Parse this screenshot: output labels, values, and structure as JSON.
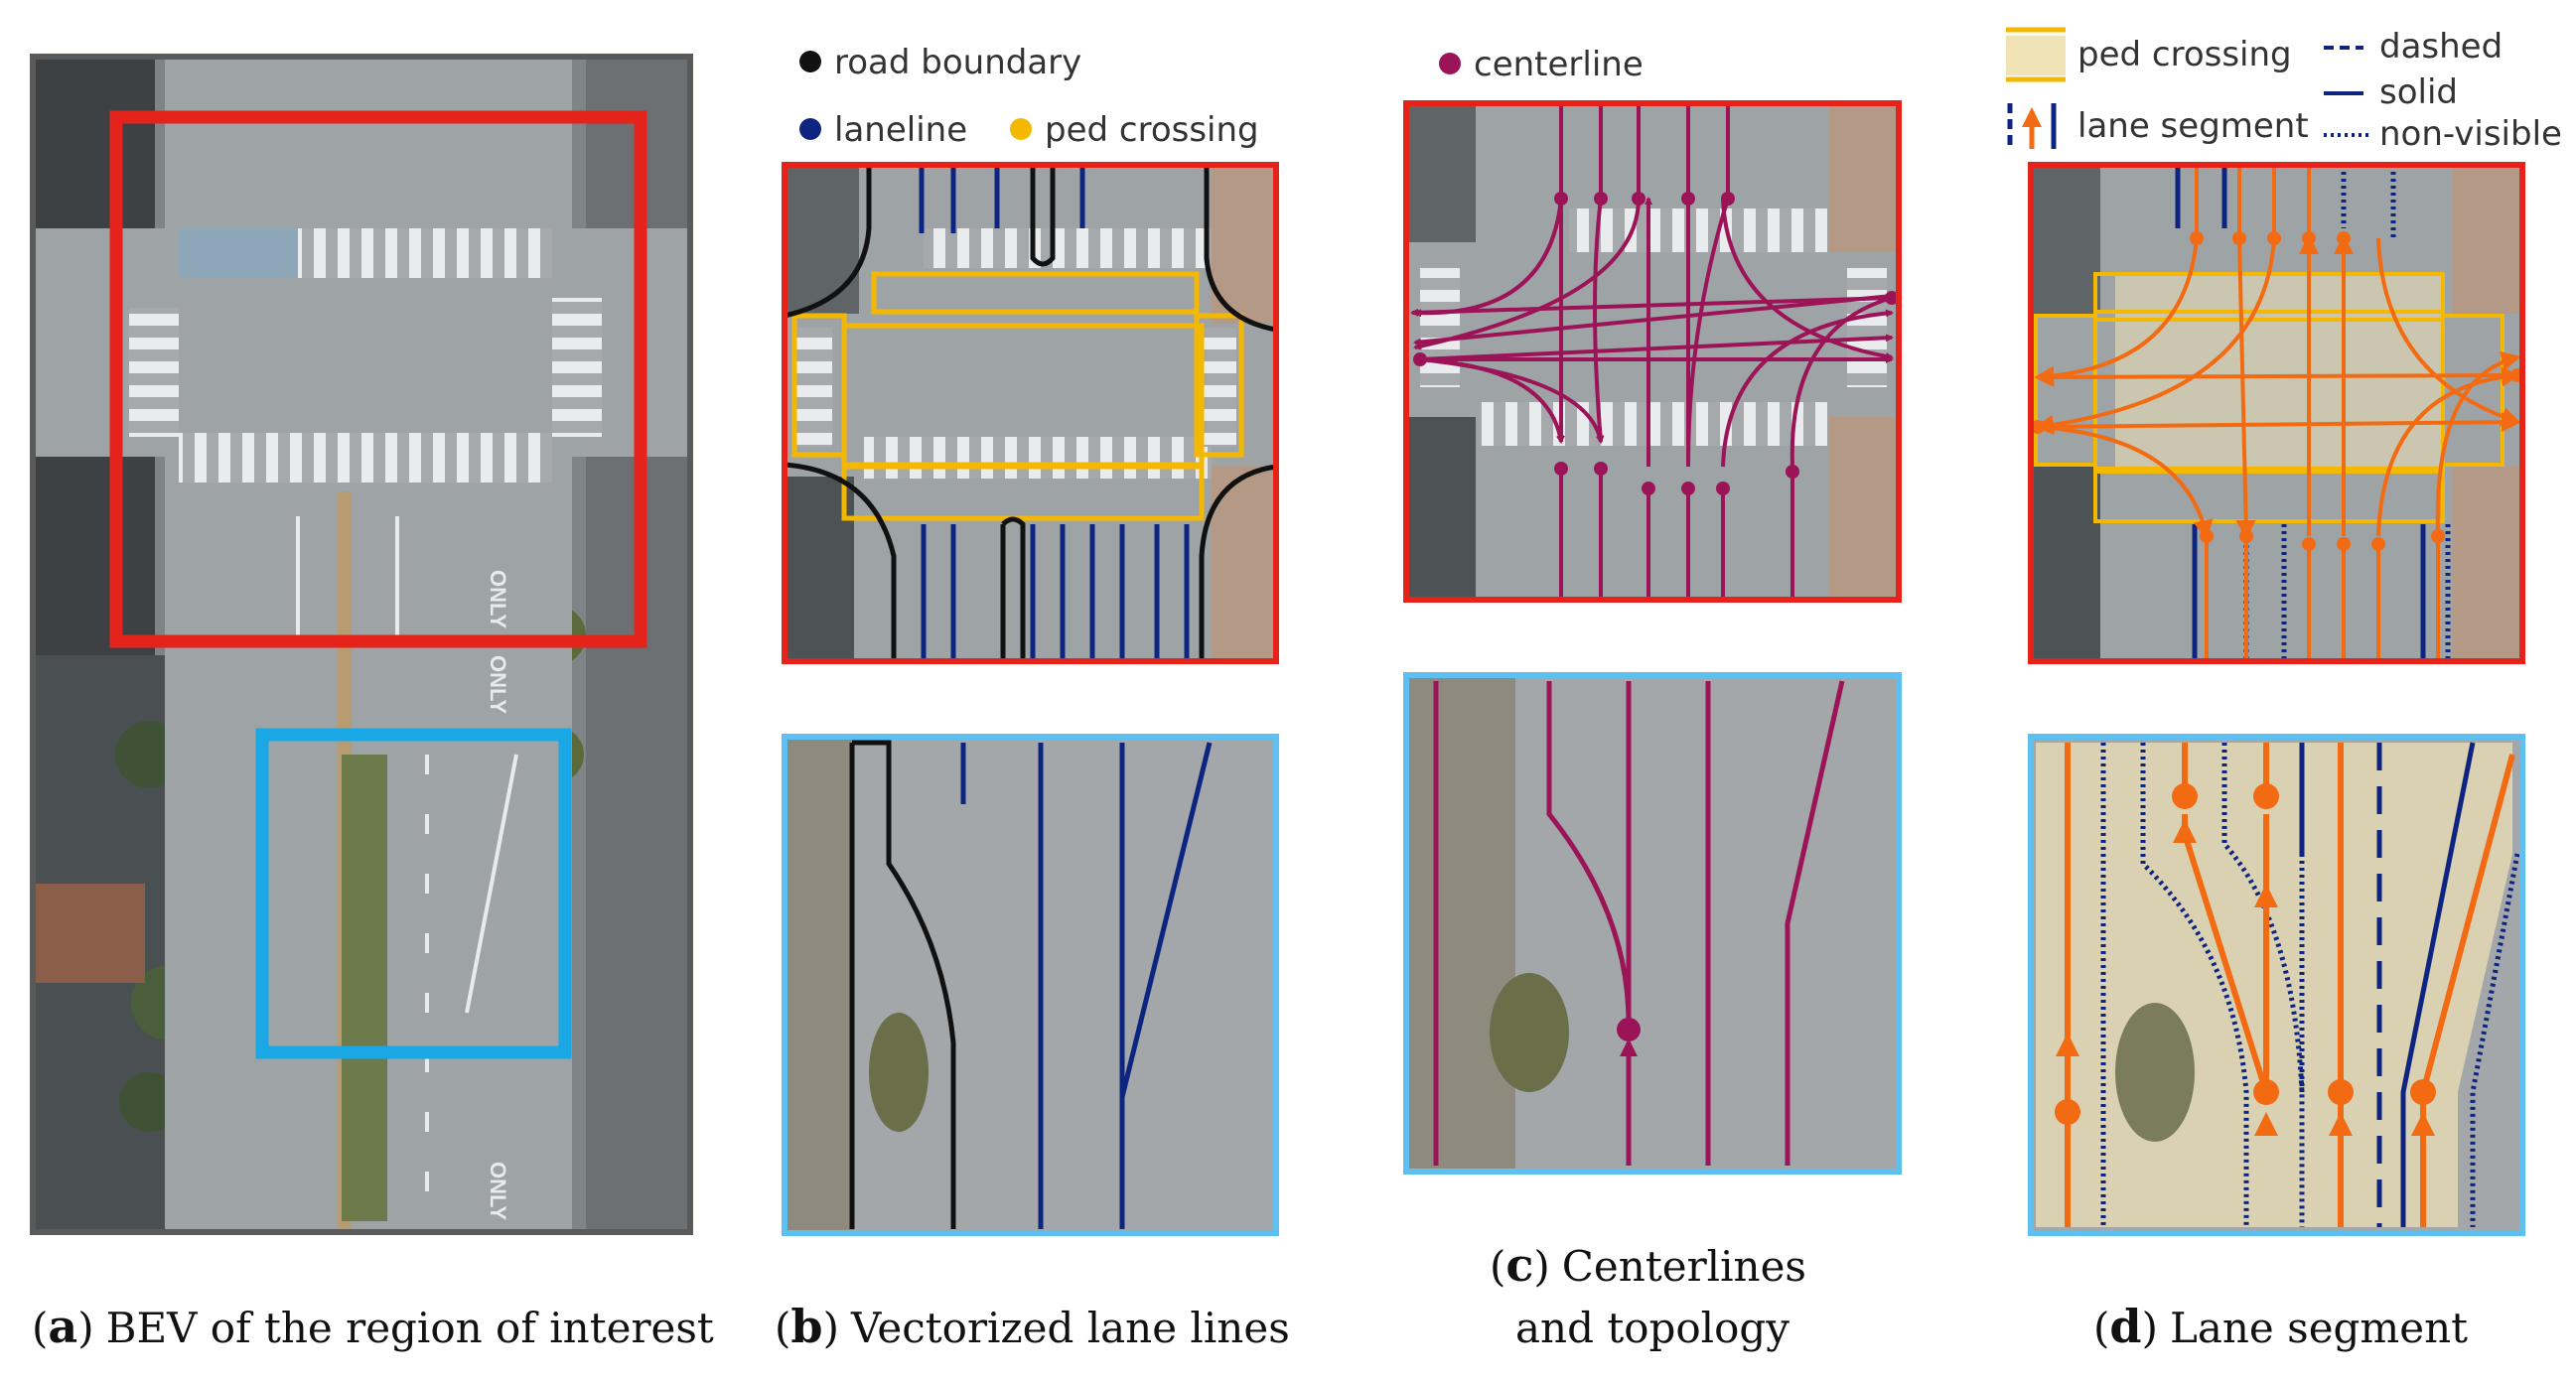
{
  "legend": {
    "road_boundary": "road boundary",
    "laneline": "laneline",
    "ped_crossing_b": "ped crossing",
    "centerline": "centerline",
    "ped_crossing_d": "ped crossing",
    "lane_segment": "lane segment",
    "dashed": "dashed",
    "solid": "solid",
    "non_visible": "non-visible"
  },
  "captions": {
    "a_letter": "a",
    "a_text": "BEV of the region of interest",
    "b_letter": "b",
    "b_text": "Vectorized lane lines",
    "c_letter": "c",
    "c_text_1": "Centerlines",
    "c_text_2": "and topology",
    "d_letter": "d",
    "d_text": "Lane segment"
  },
  "road_markings": [
    "ONLY",
    "ONLY",
    "ONLY"
  ],
  "colors": {
    "red_box": "#e5231b",
    "blue_box": "#5ec0f0",
    "road_boundary": "#111111",
    "laneline": "#0d2580",
    "ped_crossing": "#f5b800",
    "centerline": "#9c1458",
    "lane_segment": "#f26b12",
    "asphalt": "#9ea3a6"
  }
}
